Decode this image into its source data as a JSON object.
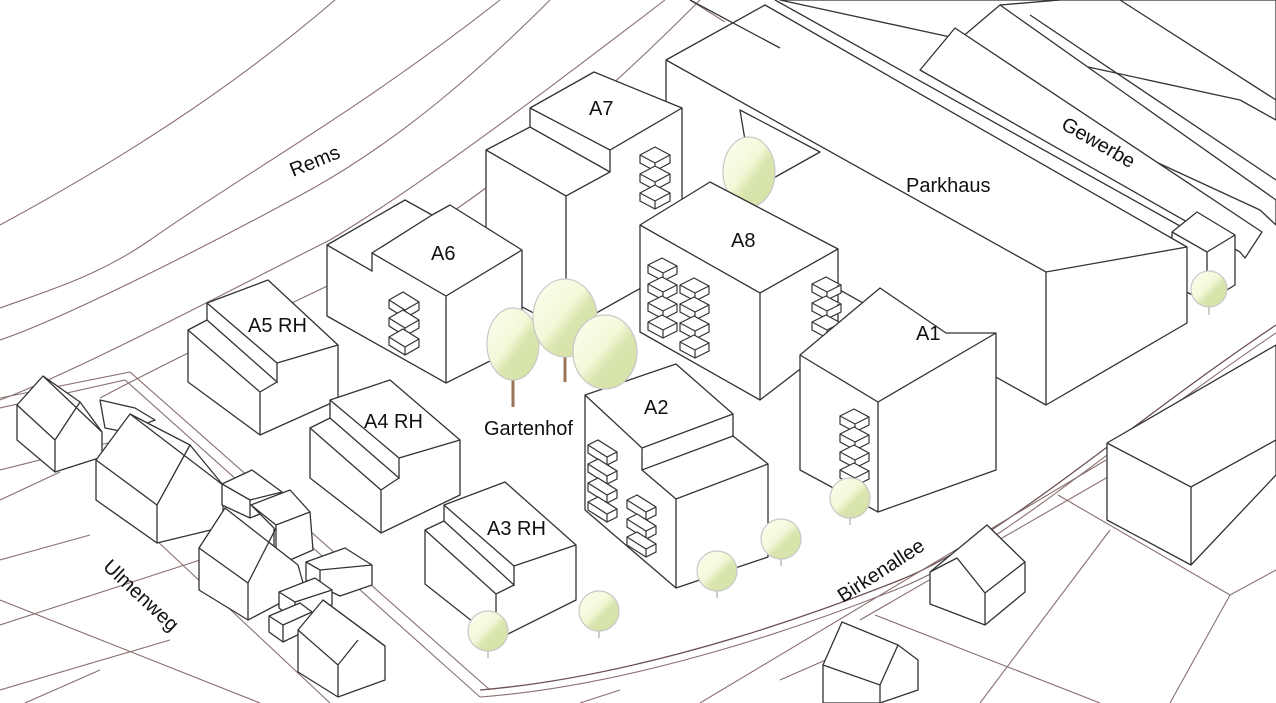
{
  "plan": {
    "rivers": [
      {
        "name": "Rems"
      }
    ],
    "streets": [
      {
        "name": "Ulmenweg"
      },
      {
        "name": "Birkenallee"
      }
    ],
    "areas": [
      {
        "name": "Gartenhof"
      },
      {
        "name": "Gewerbe"
      }
    ],
    "buildings": [
      {
        "id": "A1",
        "label": "A1"
      },
      {
        "id": "A2",
        "label": "A2"
      },
      {
        "id": "A3",
        "label": "A3 RH"
      },
      {
        "id": "A4",
        "label": "A4 RH"
      },
      {
        "id": "A5",
        "label": "A5 RH"
      },
      {
        "id": "A6",
        "label": "A6"
      },
      {
        "id": "A7",
        "label": "A7"
      },
      {
        "id": "A8",
        "label": "A8"
      },
      {
        "id": "parkhaus",
        "label": "Parkhaus"
      }
    ],
    "colors": {
      "tree_light": "#fdfff0",
      "tree_dark": "#d4e2a6",
      "parcel_line": "#8a6f6f",
      "building_line": "#333333"
    }
  }
}
